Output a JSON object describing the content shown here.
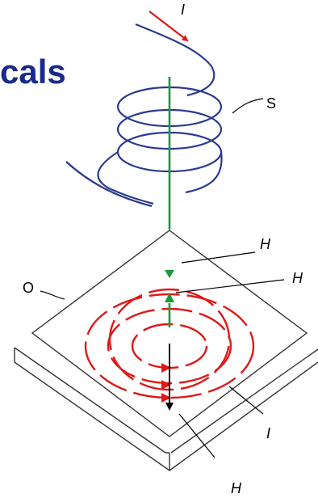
{
  "header": {
    "title_fragment": "cals"
  },
  "diagram": {
    "labels": {
      "current_top": "I",
      "coil": "S",
      "field_upper": "H",
      "field_right": "H",
      "plate": "O",
      "current_bottom": "I",
      "field_bottom": "H"
    },
    "colors": {
      "coil": "#2b3a8f",
      "axis": "#1a9a3a",
      "current": "#e01818",
      "plate": "#333333",
      "title": "#1a2a8c"
    }
  }
}
